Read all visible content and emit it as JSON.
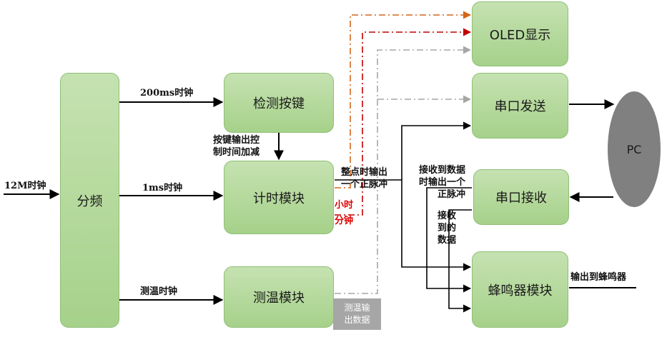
{
  "nodes": {
    "divider": "分频",
    "key_detect": "检测按键",
    "timer": "计时模块",
    "temp": "测温模块",
    "oled": "OLED显示",
    "uart_tx": "串口发送",
    "uart_rx": "串口接收",
    "buzzer": "蜂鸣器模块",
    "pc": "PC"
  },
  "labels": {
    "clk_in": "12M时钟",
    "clk_200ms": "200ms时钟",
    "clk_1ms": "1ms时钟",
    "clk_temp": "测温时钟",
    "key_output": "按键输出控\n制时间加减",
    "hourly_pulse": "整点时输出\n一个正脉冲",
    "hour": "小时",
    "minute": "分钟",
    "rx_pulse": "接收到数据\n时输出一个\n正脉冲",
    "rx_data": "接收\n到的\n数据",
    "temp_output": "测温输\n出数据",
    "buzzer_output": "输出到蜂鸣器"
  },
  "colors": {
    "box_fill_top": "#c5e2b1",
    "box_fill_bottom": "#a6d18a",
    "box_border": "#8fbf76",
    "pc_fill": "#808080",
    "orange_line": "#d4661b",
    "red_line": "#c00000",
    "gray_line": "#a6a6a6",
    "black_line": "#000000",
    "red_text": "#e00000"
  }
}
